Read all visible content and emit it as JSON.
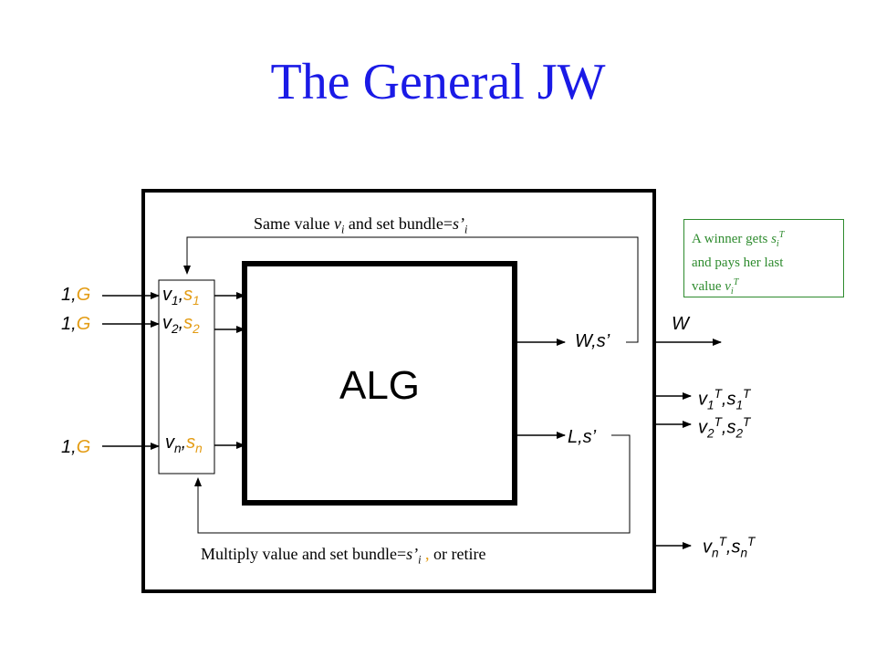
{
  "title": "The General JW",
  "center_label": "ALG",
  "top_feedback_label": {
    "pre": "Same value ",
    "v": "v",
    "v_sub": "i",
    "mid": " and set bundle=",
    "s": "s’",
    "s_sub": "i"
  },
  "bottom_feedback_label": {
    "pre": "Multiply value and set bundle=",
    "s": "s’",
    "s_sub": "i",
    "comma": " , ",
    "post": "or retire"
  },
  "inputs": [
    {
      "a": "1",
      "sep": ",",
      "g": "G"
    },
    {
      "a": "1",
      "sep": ",",
      "g": "G"
    },
    {
      "a": "1",
      "sep": ",",
      "g": "G"
    }
  ],
  "queue": [
    {
      "v": "v",
      "v_sub": "1",
      "sep": ",",
      "s": "s",
      "s_sub": "1"
    },
    {
      "v": "v",
      "v_sub": "2",
      "sep": ",",
      "s": "s",
      "s_sub": "2"
    },
    {
      "v": "v",
      "v_sub": "n",
      "sep": ",",
      "s": "s",
      "s_sub": "n"
    }
  ],
  "alg_outputs": {
    "winner": "W,s’",
    "loser": "L,s’"
  },
  "external_outputs": {
    "w": "W",
    "results": [
      {
        "v": "v",
        "v_sub": "1",
        "v_sup": "T",
        "sep": ",",
        "s": "s",
        "s_sub": "1",
        "s_sup": "T"
      },
      {
        "v": "v",
        "v_sub": "2",
        "v_sup": "T",
        "sep": ",",
        "s": "s",
        "s_sub": "2",
        "s_sup": "T"
      },
      {
        "v": "v",
        "v_sub": "n",
        "v_sup": "T",
        "sep": ",",
        "s": "s",
        "s_sub": "n",
        "s_sup": "T"
      }
    ]
  },
  "note": {
    "line1_pre": "A winner gets ",
    "s": "s",
    "s_sub": "i",
    "s_sup": "T",
    "line2": "and pays her last",
    "line3_pre": "value ",
    "v": "v",
    "v_sub": "i",
    "v_sup": "T"
  },
  "colors": {
    "title": "#1a1ae6",
    "accent": "#e39b12",
    "note": "#2e8b2e",
    "line": "#000000"
  }
}
